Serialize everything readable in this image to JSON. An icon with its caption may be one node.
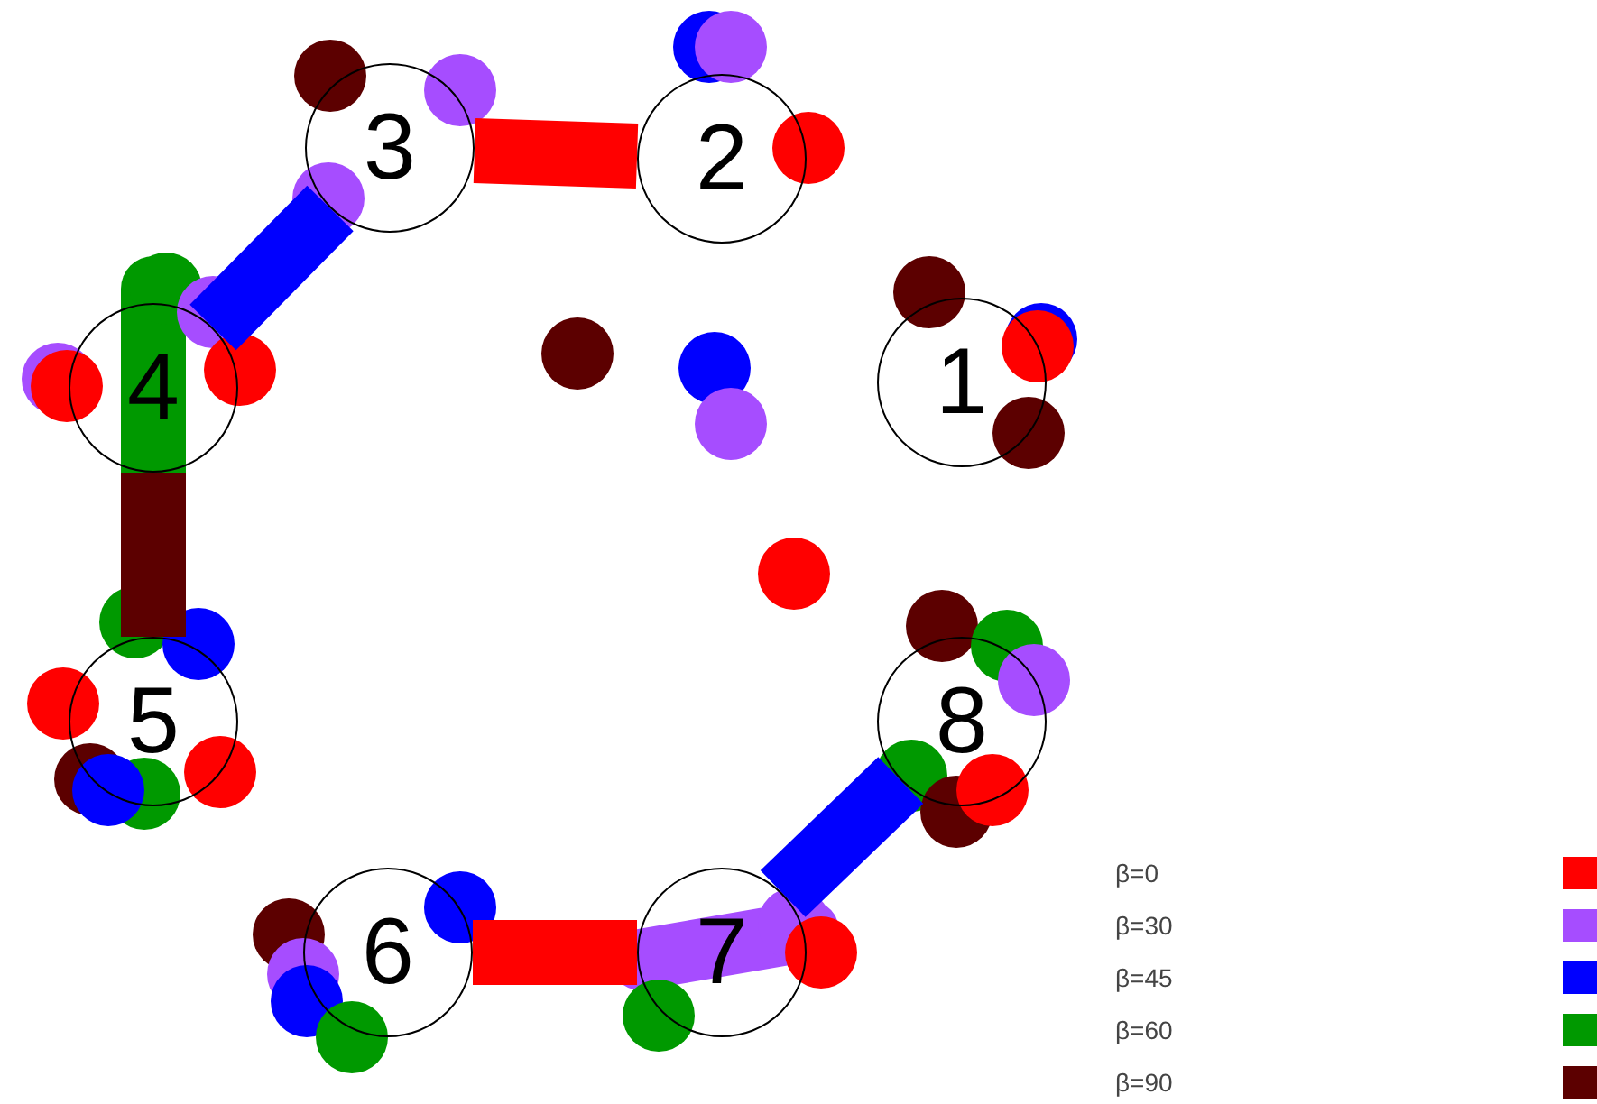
{
  "diagram": {
    "nodes": [
      {
        "text": [
          "1"
        ]
      },
      {
        "text": [
          "2"
        ]
      },
      {
        "text": [
          "3"
        ]
      },
      {
        "text": [
          "4"
        ]
      },
      {
        "text": [
          "5"
        ]
      },
      {
        "text": [
          "6"
        ]
      },
      {
        "text": [
          "7"
        ]
      },
      {
        "text": [
          "8"
        ]
      }
    ],
    "edges": [
      {
        "from": 2,
        "to": 1,
        "arrow": "none",
        "color": "#ff0000"
      },
      {
        "from": 2,
        "to": 3,
        "arrow": "none",
        "color": "#0000ff"
      },
      {
        "from": 3,
        "to": 4,
        "arrow": "none",
        "color": "#5c0000"
      },
      {
        "from": 5,
        "to": 6,
        "arrow": "none",
        "color": "#ff0000"
      },
      {
        "from": 6,
        "to": 7,
        "arrow": "none",
        "color": "#0000ff"
      }
    ],
    "legend": [
      {
        "text": "β=0",
        "color": "#ff0000"
      },
      {
        "text": "β=30",
        "color": "#a64dff"
      },
      {
        "text": "β=45",
        "color": "#0000ff"
      },
      {
        "text": "β=60",
        "color": "#009900"
      },
      {
        "text": "β=90",
        "color": "#5c0000"
      }
    ]
  }
}
